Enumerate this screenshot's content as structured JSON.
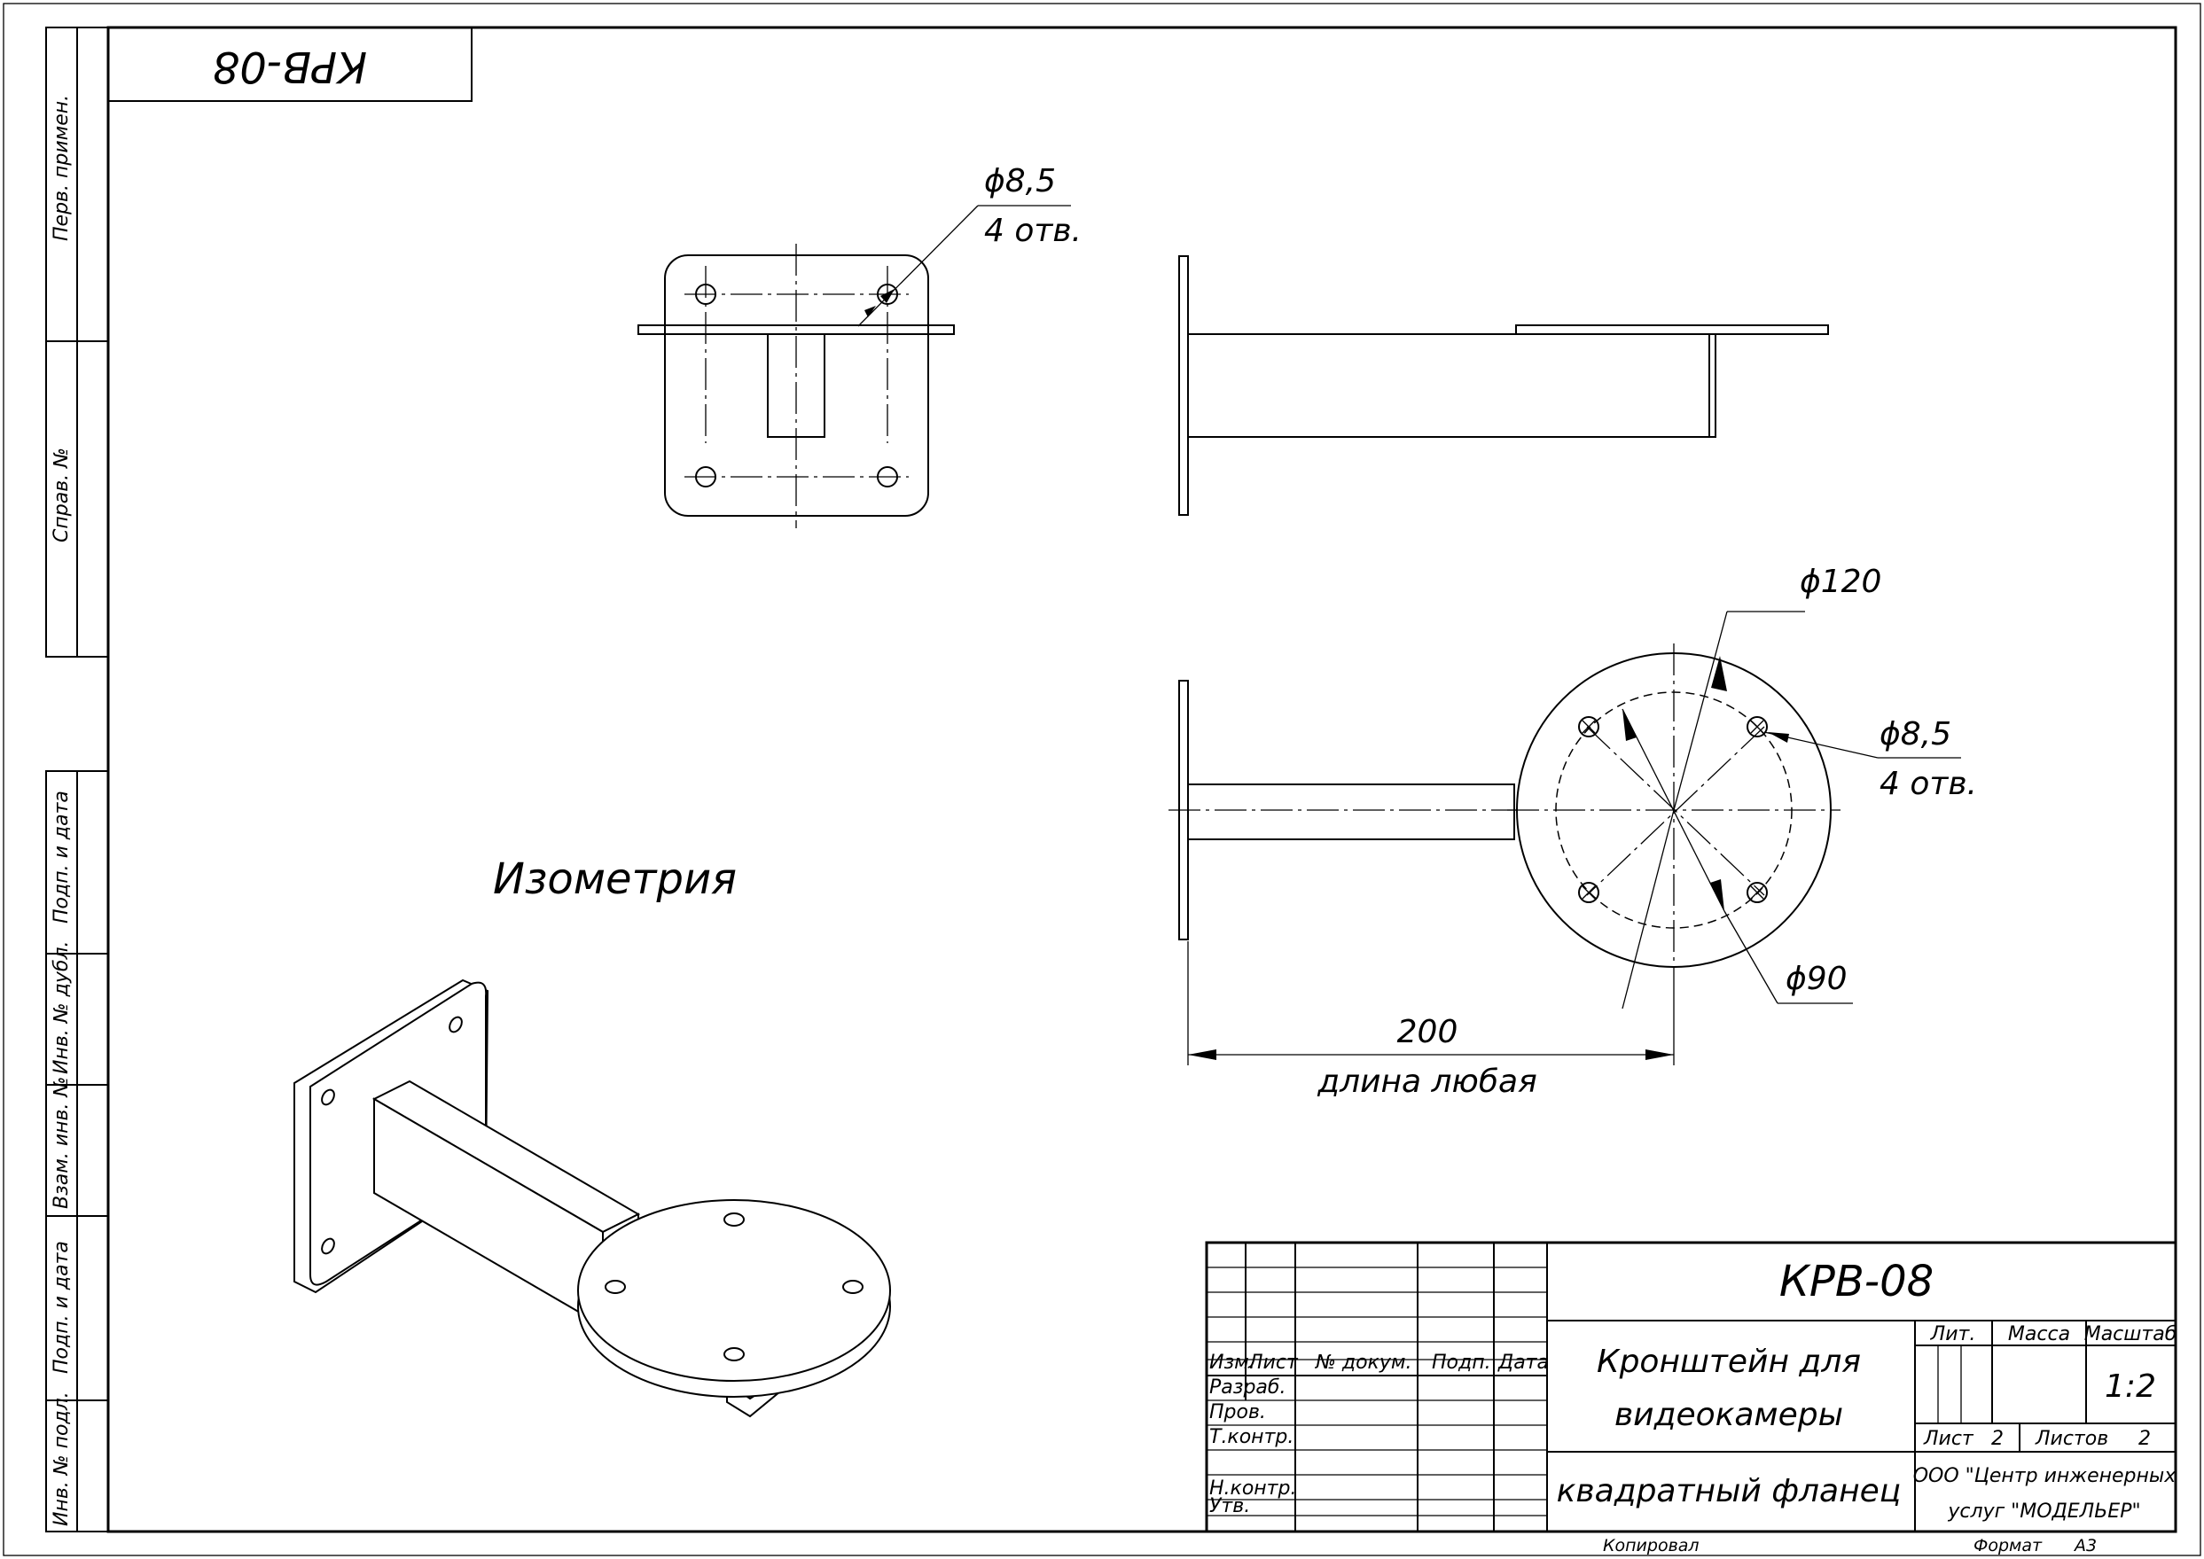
{
  "drawing_code": "КРВ-08",
  "mirrored_code": "КРВ-08",
  "side_stamp": [
    "Перв. примен.",
    "Справ. №",
    "Подп. и дата",
    "Инв. № дубл.",
    "Взам. инв. №",
    "Подп. и дата",
    "Инв. № подл."
  ],
  "views": {
    "top_view": {
      "hole_dim": "ϕ8,5",
      "hole_count": "4 отв."
    },
    "end_view": {
      "outer_dim": "ϕ120",
      "inner_dim": "ϕ90",
      "hole_dim": "ϕ8,5",
      "hole_count": "4 отв.",
      "length_dim": "200",
      "length_note": "длина любая"
    },
    "isometric_label": "Изометрия"
  },
  "title_block": {
    "code": "КРВ-08",
    "name_line1": "Кронштейн для",
    "name_line2": "видеокамеры",
    "variant": "квадратный фланец",
    "col_headers": [
      "Изм.",
      "Лист",
      "№ докум.",
      "Подп.",
      "Дата"
    ],
    "row_labels": [
      "Разраб.",
      "Пров.",
      "Т.контр.",
      "",
      "Н.контр.",
      "Утв."
    ],
    "lit_label": "Лит.",
    "mass_label": "Масса",
    "scale_label": "Масштаб",
    "scale_value": "1:2",
    "sheet_label": "Лист",
    "sheet_value": "2",
    "sheets_label": "Листов",
    "sheets_value": "2",
    "org_line1": "ООО \"Центр инженерных",
    "org_line2": "услуг \"МОДЕЛЬЕР\"",
    "copied_label": "Копировал",
    "format_label": "Формат",
    "format_value": "А3"
  }
}
